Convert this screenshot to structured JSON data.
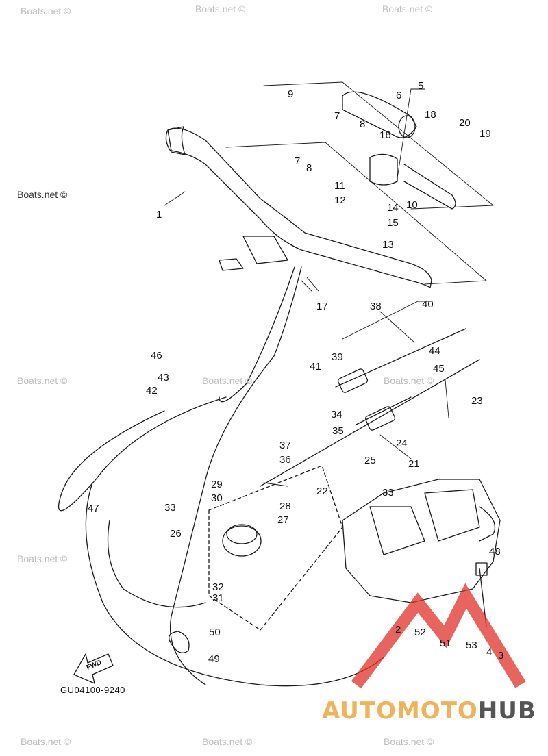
{
  "watermark": "Boats.net ©",
  "diagram_code": "GU04100-9240",
  "fwd_label": "FWD",
  "logo": {
    "part1": "AUTOMOTO",
    "part2": "HUB",
    "color1": "#f0b35a",
    "color2": "#555555",
    "triangle_color": "#e0302a"
  },
  "callouts": [
    "1",
    "2",
    "3",
    "4",
    "5",
    "6",
    "7",
    "7",
    "8",
    "8",
    "9",
    "10",
    "11",
    "12",
    "13",
    "14",
    "15",
    "16",
    "17",
    "18",
    "19",
    "20",
    "21",
    "22",
    "23",
    "24",
    "25",
    "26",
    "27",
    "28",
    "29",
    "30",
    "31",
    "32",
    "33",
    "33",
    "33",
    "34",
    "35",
    "36",
    "37",
    "38",
    "39",
    "40",
    "41",
    "42",
    "43",
    "44",
    "45",
    "46",
    "47",
    "48",
    "49",
    "50",
    "51",
    "52",
    "53"
  ]
}
